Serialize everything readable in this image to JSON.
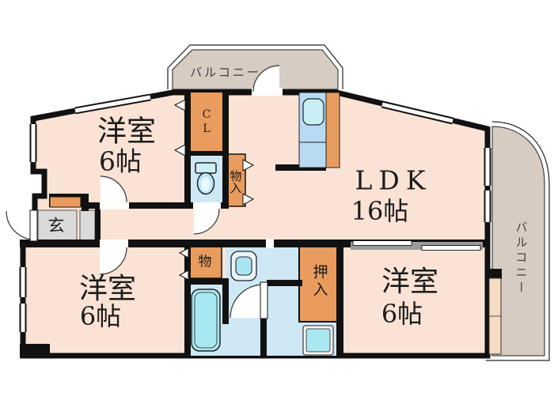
{
  "floorplan": {
    "rooms": {
      "bedroom_top_left": {
        "name": "洋室",
        "size": "6帖"
      },
      "bedroom_bottom_left": {
        "name": "洋室",
        "size": "6帖"
      },
      "bedroom_bottom_right": {
        "name": "洋室",
        "size": "6帖"
      },
      "ldk": {
        "name": "LDK",
        "size": "16帖"
      },
      "entrance": {
        "label": "玄"
      },
      "closet": {
        "label": "CL"
      },
      "storage_hall": {
        "label": "物入"
      },
      "storage_small": {
        "label": "物"
      },
      "oshiire": {
        "label": "押入"
      },
      "balcony_top": {
        "label": "バルコニー"
      },
      "balcony_right": {
        "label": "バルコニー"
      }
    },
    "colors": {
      "room": "#FAE3D5",
      "storage_orange": "#E99C5E",
      "wet_room_blue": "#CFE8F5",
      "fixture_cyan": "#A9E8F0",
      "kitchen_counter": "#B9DAF3",
      "balcony_tan": "#D6CCC2",
      "entrance_gray": "#DADADA",
      "wall": "#111111"
    }
  }
}
